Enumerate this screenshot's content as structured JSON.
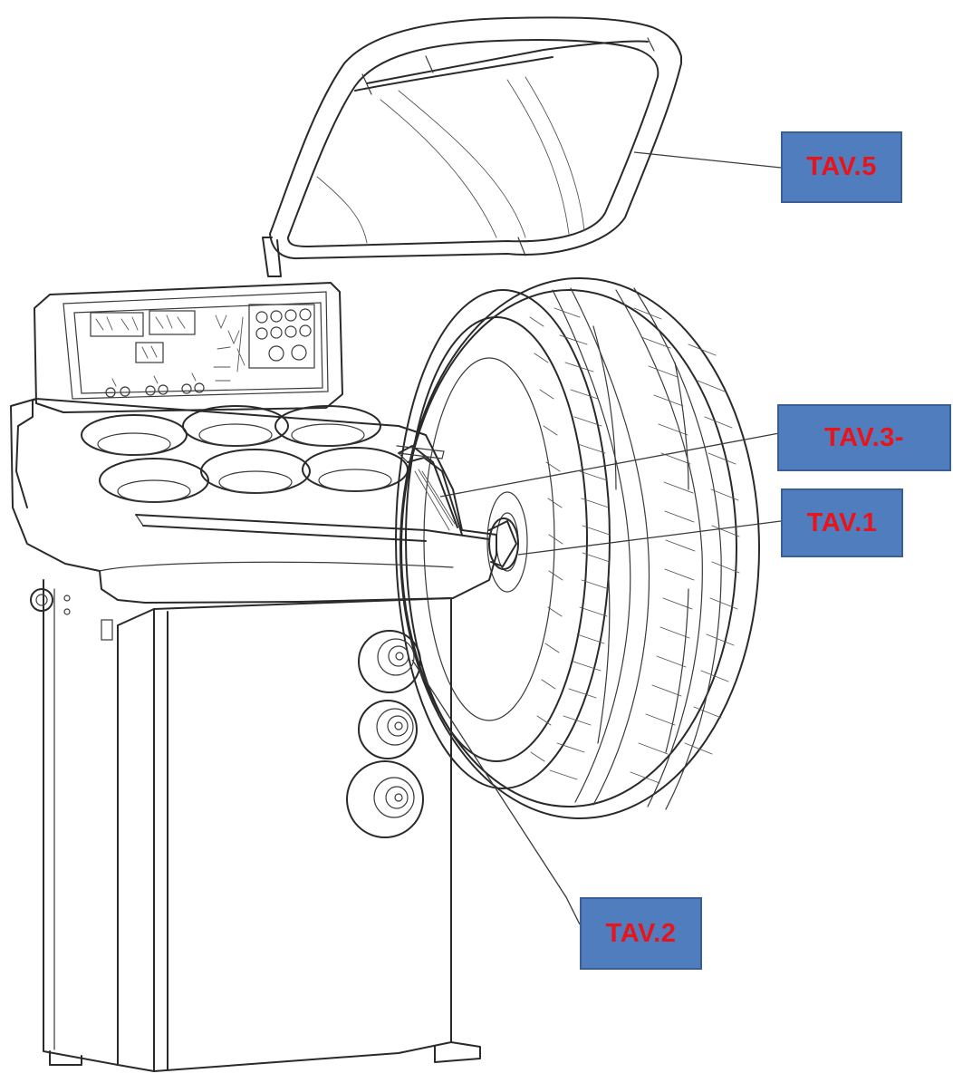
{
  "callouts": {
    "tav5": "TAV.5",
    "tav3": "TAV.3-",
    "tav1": "TAV.1",
    "tav2": "TAV.2"
  },
  "colors": {
    "callout_fill": "#4f7dbd",
    "callout_text": "#e8141c",
    "line_art": "#2a2a2a"
  },
  "icons": [
    "wheel-balancer-illustration",
    "tire-icon",
    "protective-hood-icon",
    "control-panel-icon",
    "weight-tray-icon",
    "cone-holder-icon"
  ]
}
